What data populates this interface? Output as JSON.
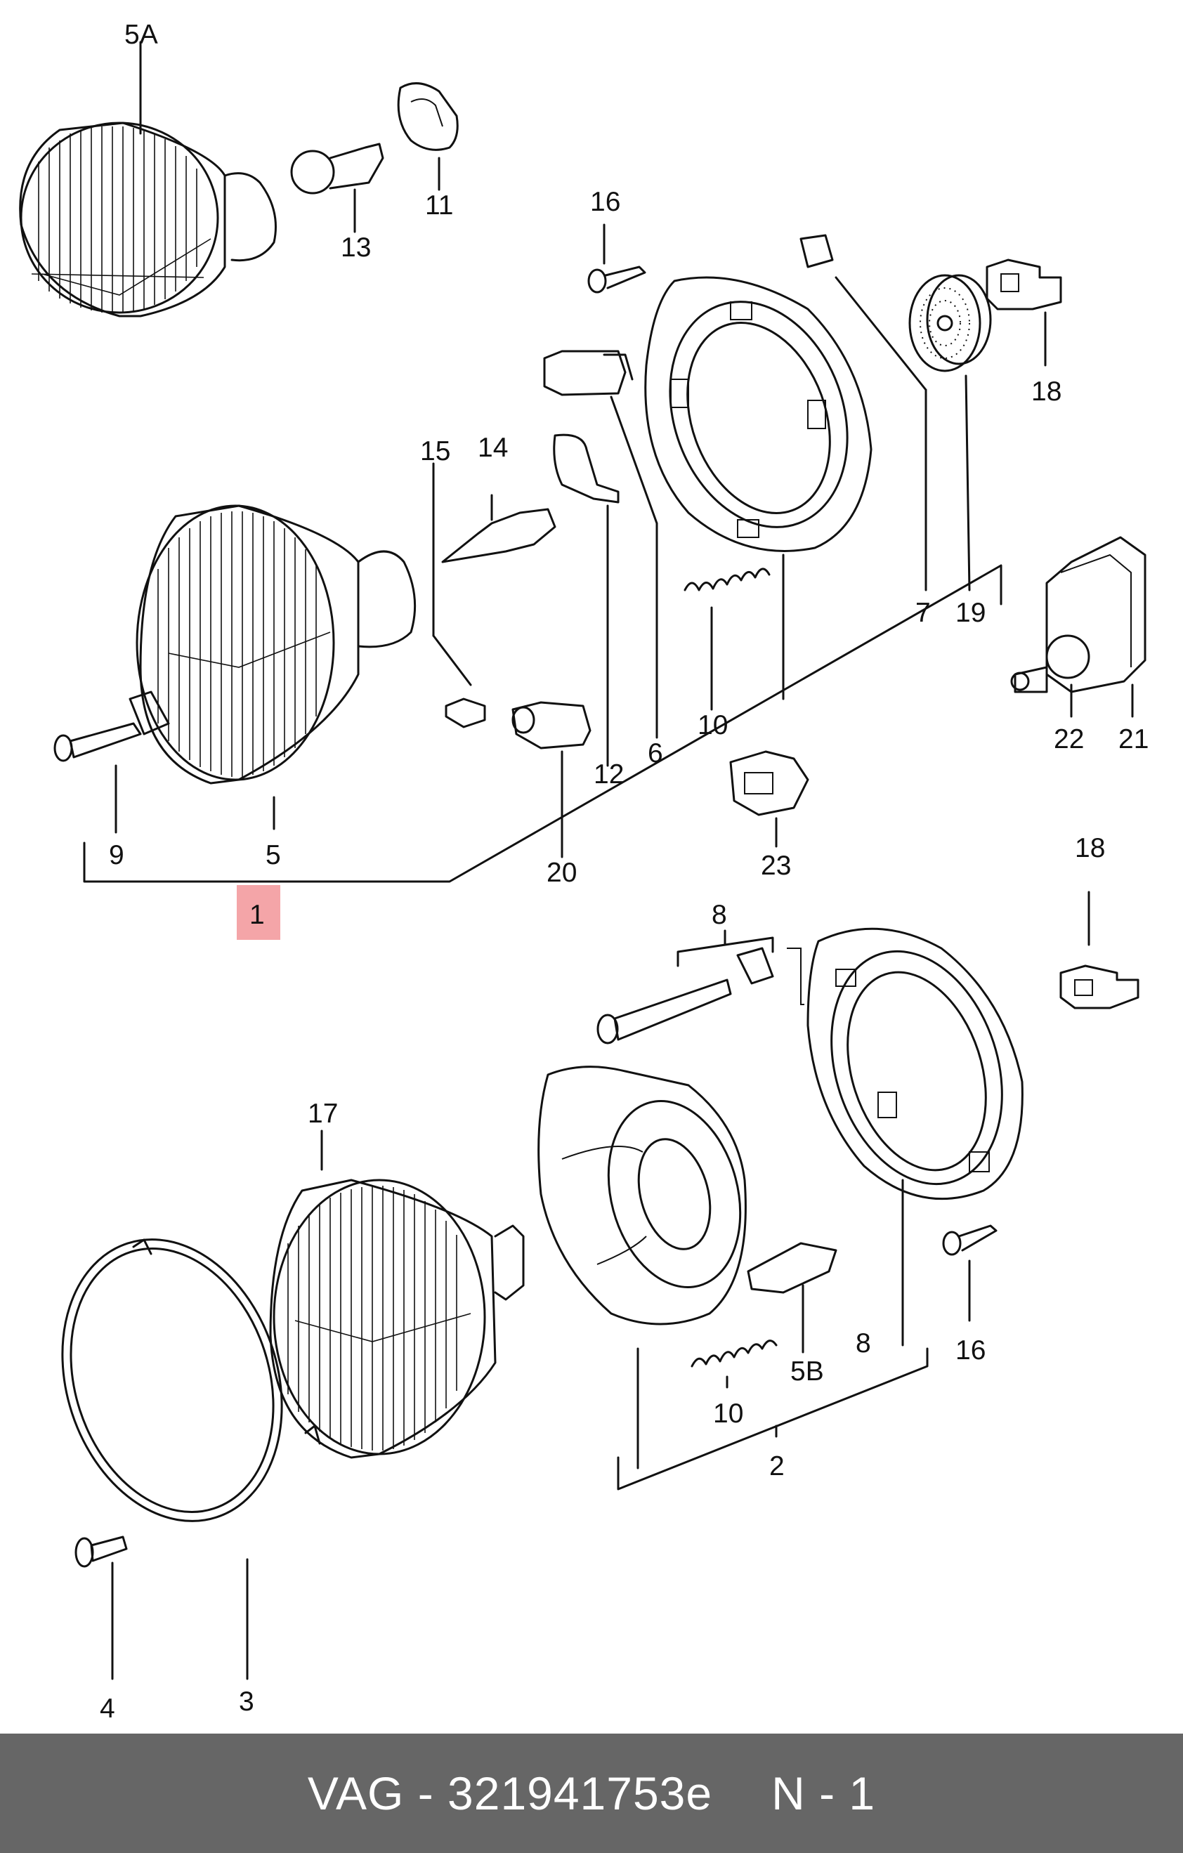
{
  "callouts": {
    "c5A": "5A",
    "c11": "11",
    "c13": "13",
    "c16a": "16",
    "c18a": "18",
    "c15": "15",
    "c14": "14",
    "c7": "7",
    "c19": "19",
    "c9": "9",
    "c5": "5",
    "c12": "12",
    "c6": "6",
    "c10a": "10",
    "c22": "22",
    "c21": "21",
    "c20": "20",
    "c23": "23",
    "c1": "1",
    "c8a": "8",
    "c18b": "18",
    "c17": "17",
    "c5B": "5B",
    "c8b": "8",
    "c16b": "16",
    "c10b": "10",
    "c2": "2",
    "c4": "4",
    "c3": "3"
  },
  "highlight_color": "#f4a5a8",
  "footer": {
    "brand": "VAG",
    "separator": "-",
    "part_number": "321941753e",
    "page_label": "N - 1",
    "background": "#666666"
  }
}
